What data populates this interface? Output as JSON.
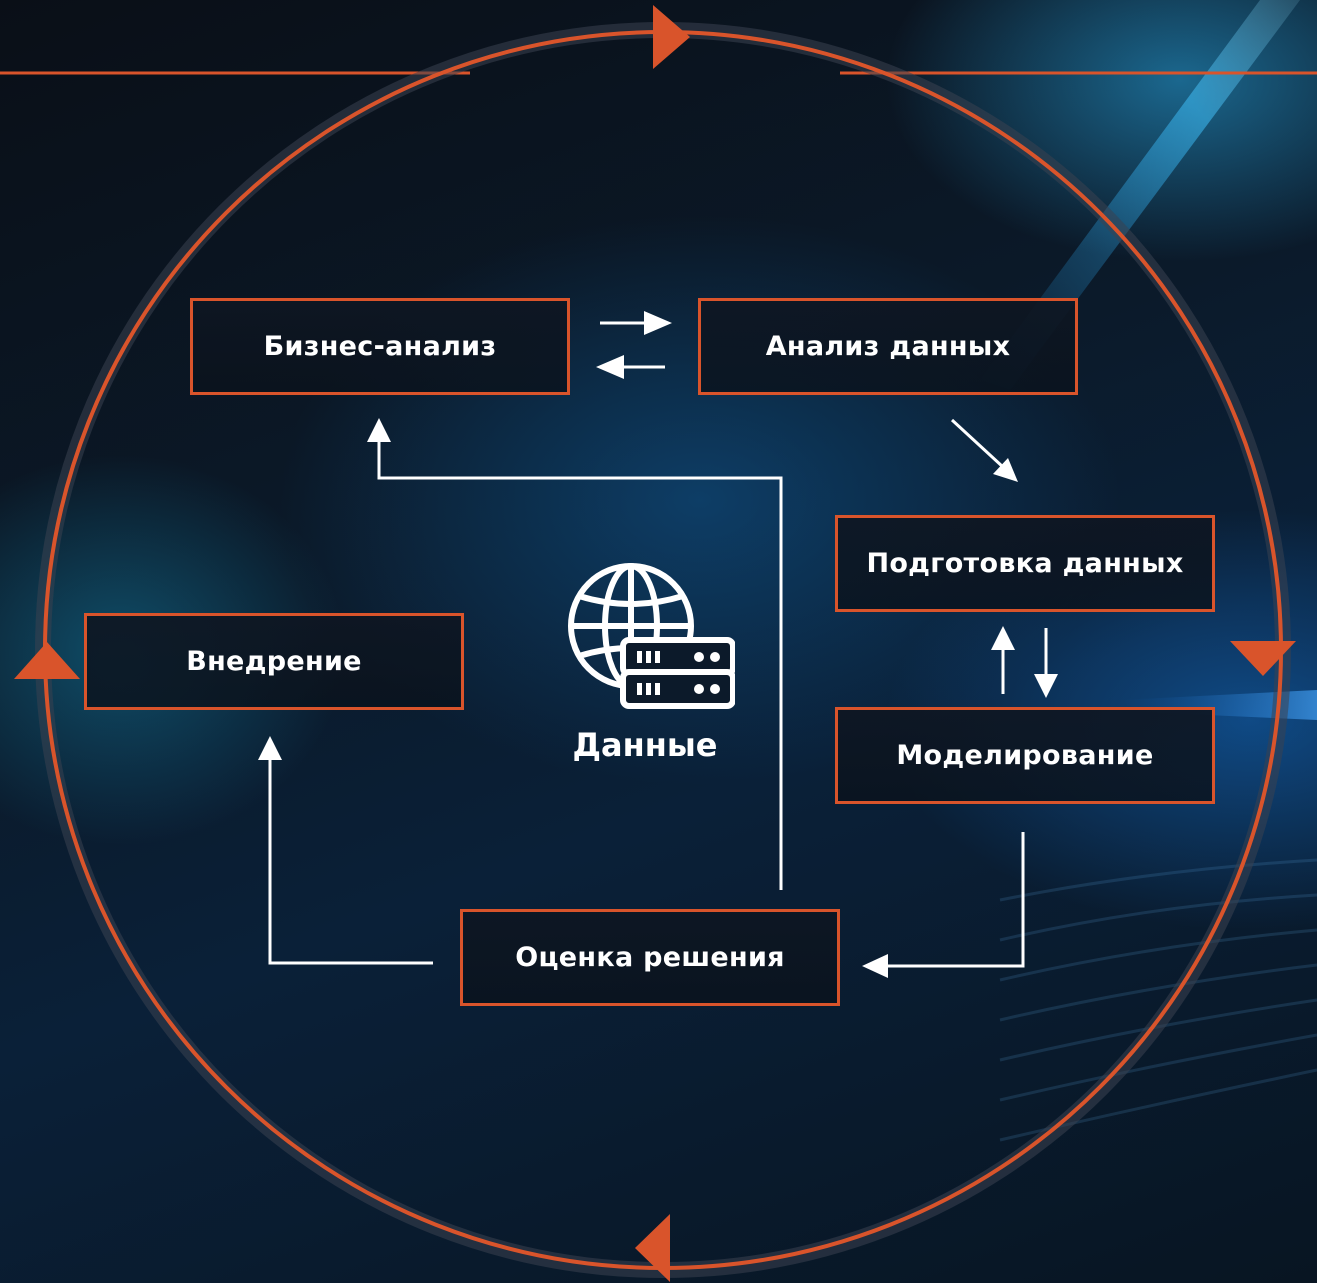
{
  "colors": {
    "accent": "#d9542b",
    "arrow": "#ffffff",
    "text": "#ffffff"
  },
  "diagram": {
    "stages": {
      "business_analysis": "Бизнес-анализ",
      "data_analysis": "Анализ данных",
      "data_preparation": "Подготовка данных",
      "modeling": "Моделирование",
      "evaluation": "Оценка решения",
      "deployment": "Внедрение"
    },
    "center": {
      "label": "Данные",
      "icon": "globe-database-icon"
    },
    "cycle_direction": "clockwise"
  }
}
